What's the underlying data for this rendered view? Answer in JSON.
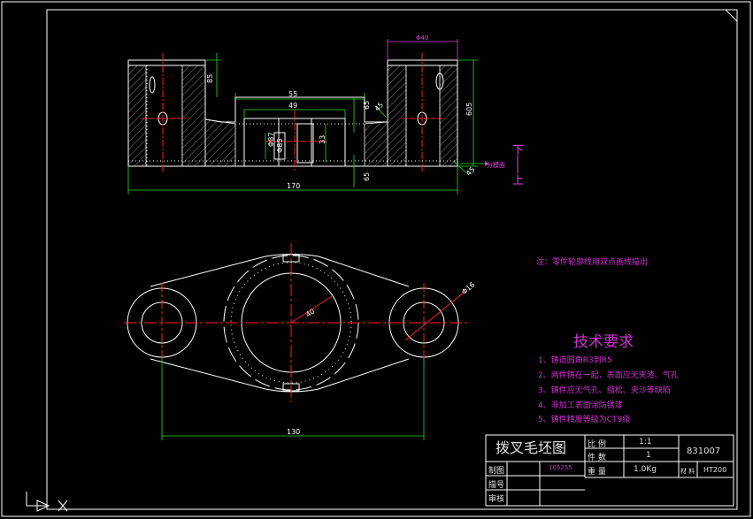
{
  "drawing": {
    "dimensions_top": {
      "d40": "Φ40",
      "d85": "85",
      "d55": "55",
      "d49": "49",
      "d65a": "65",
      "d65b": "65",
      "d45a": "45",
      "d45b": "45",
      "d605": "605",
      "d170": "170",
      "dbore1": "Φ87",
      "dbore2": "Φ85",
      "d33": "33"
    },
    "side_labels": {
      "down": "下",
      "up": "上",
      "parting_surface": "分模面"
    },
    "dimensions_bottom": {
      "d130": "130",
      "r40": "40",
      "d16": "Φ16"
    }
  },
  "note": "注：零件轮廓线用双点画线描出",
  "tech_requirements": {
    "title": "技术要求",
    "items": [
      "1、铸造圆角R3到R5",
      "2、两件铸在一起，表面应无夹渣、气孔",
      "3、铸件应无气孔、缩松、夹沙等缺陷",
      "4、非加工表面涂防锈漆",
      "5、铸件精度等级为CT9级"
    ]
  },
  "title_block": {
    "part_name": "拨叉毛坯图",
    "scale_label": "比 例",
    "scale_value": "1:1",
    "qty_label": "件 数",
    "qty_value": "1",
    "weight_label": "重 量",
    "weight_value": "1.0Kg",
    "drawing_no": "831007",
    "material_label": "材 料",
    "material_value": "HT200",
    "drawn_label": "制图",
    "drawn_value": "105255",
    "trace_label": "描号",
    "check_label": "审核"
  }
}
